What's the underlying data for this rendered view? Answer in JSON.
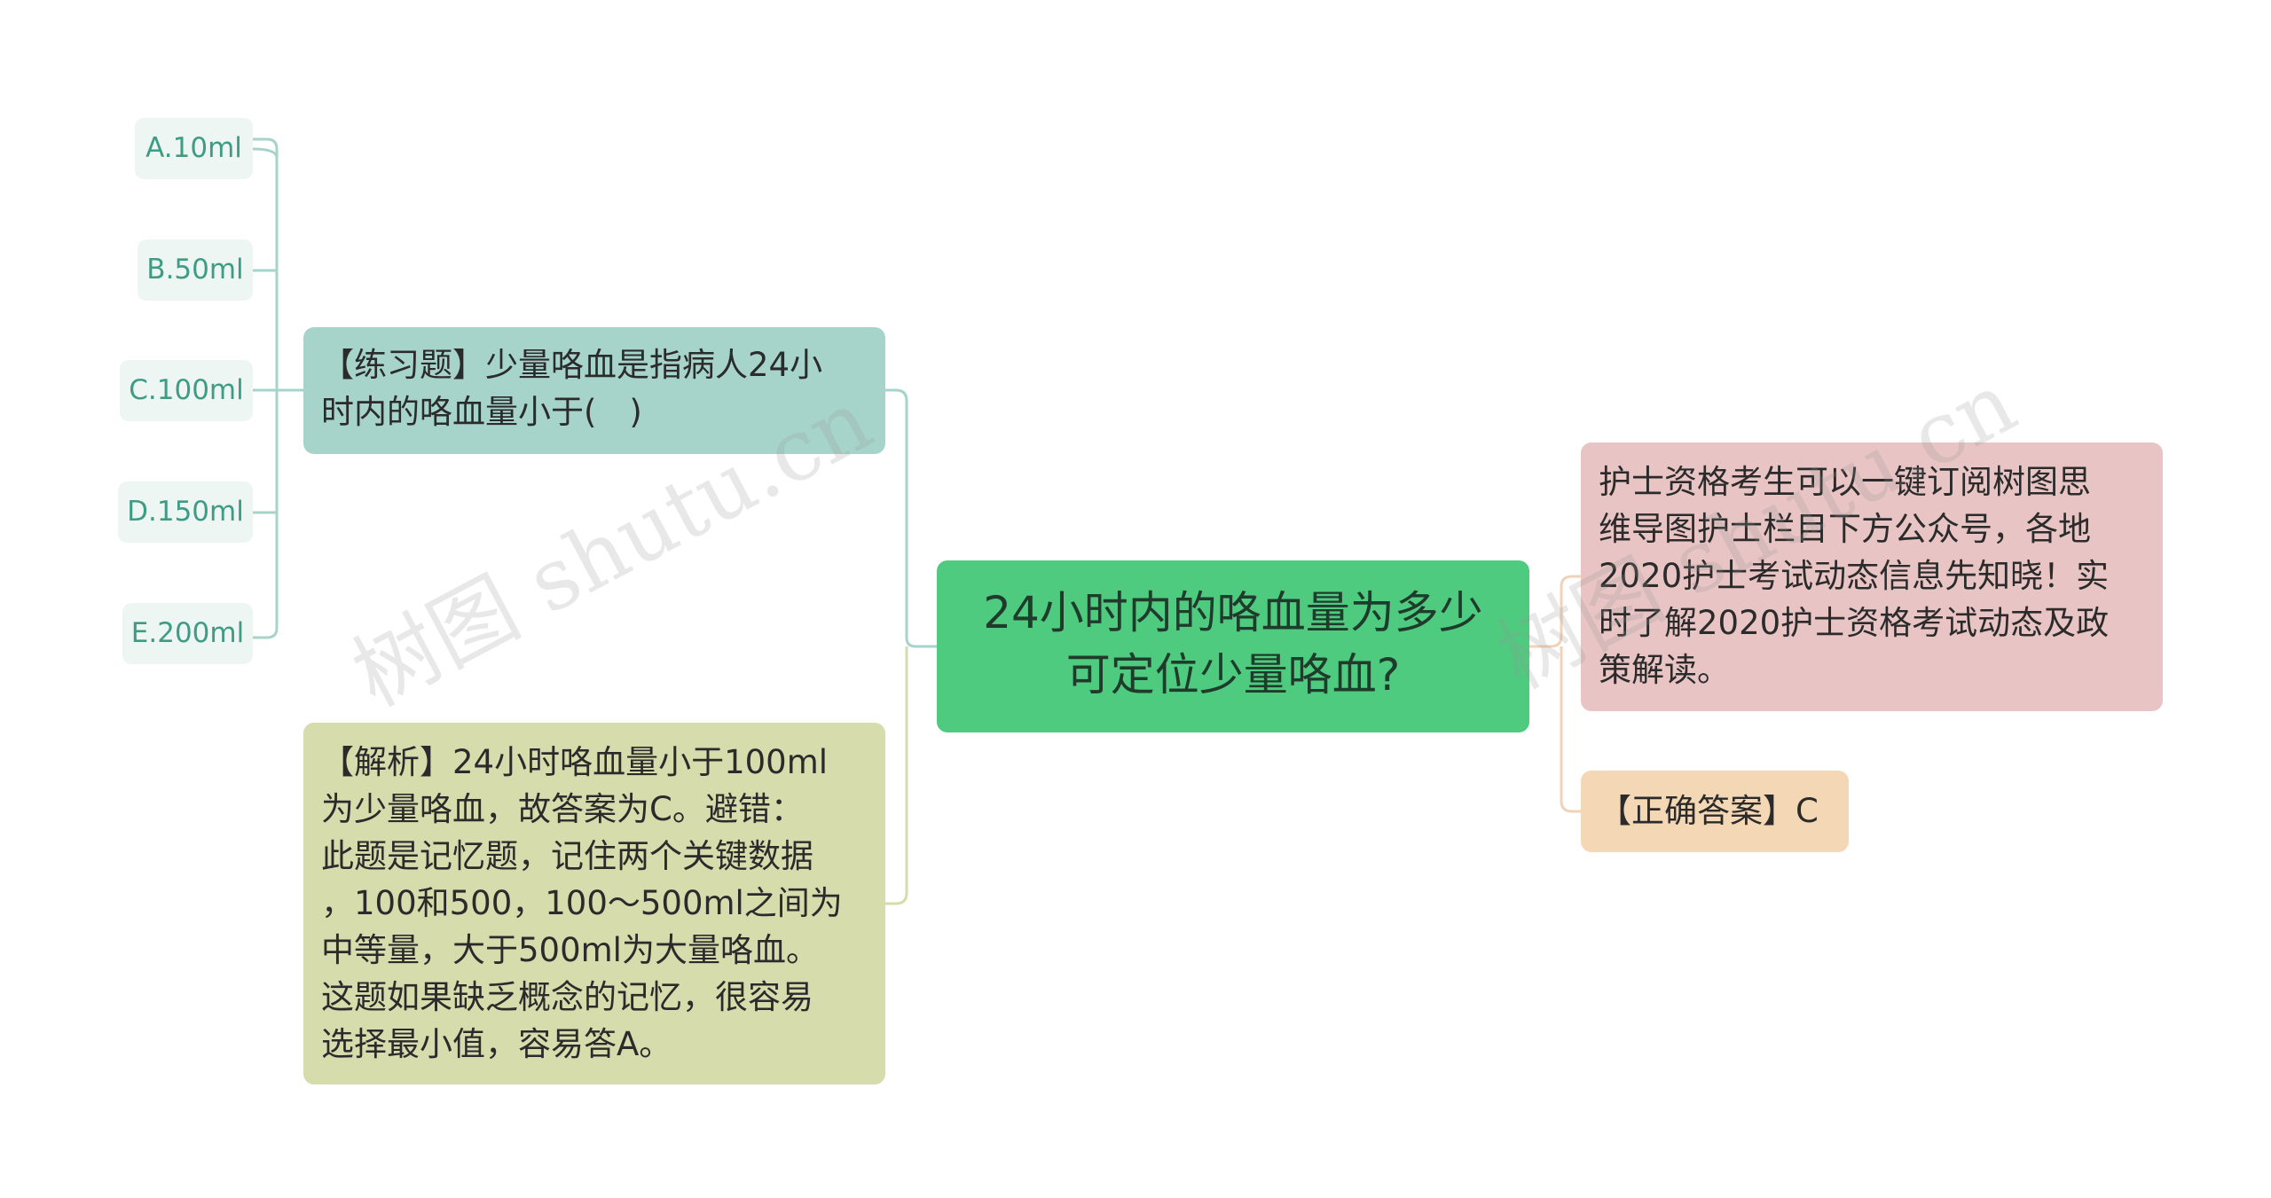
{
  "mindmap": {
    "center": {
      "line1": "24小时内的咯血量为多少",
      "line2": "可定位少量咯血?"
    },
    "question": {
      "line1": "【练习题】少量咯血是指病人24小",
      "line2": "时内的咯血量小于(　)"
    },
    "options": [
      {
        "label": "A.10ml"
      },
      {
        "label": "B.50ml"
      },
      {
        "label": "C.100ml"
      },
      {
        "label": "D.150ml"
      },
      {
        "label": "E.200ml"
      }
    ],
    "analysis": {
      "lines": [
        "【解析】24小时咯血量小于100ml",
        "为少量咯血，故答案为C。避错：",
        "此题是记忆题，记住两个关键数据",
        "，100和500，100～500ml之间为",
        "中等量，大于500ml为大量咯血。",
        "这题如果缺乏概念的记忆，很容易",
        "选择最小值，容易答A。"
      ]
    },
    "promo": {
      "lines": [
        "护士资格考生可以一键订阅树图思",
        "维导图护士栏目下方公众号，各地",
        "2020护士考试动态信息先知晓！实",
        "时了解2020护士资格考试动态及政",
        "策解读。"
      ]
    },
    "answer": {
      "label": "【正确答案】C"
    }
  },
  "watermark": {
    "text": "树图 shutu.cn"
  },
  "colors": {
    "center": "#4fcb80",
    "question": "#a7d4ca",
    "analysis": "#d7dcac",
    "promo": "#e8c4c4",
    "answer": "#f4d7b4",
    "option_bg": "#eef6f3",
    "option_text": "#3f9c84",
    "connector_left": "#a7d4ca",
    "connector_analysis": "#d7dcac",
    "connector_right": "#f1d2b6"
  }
}
